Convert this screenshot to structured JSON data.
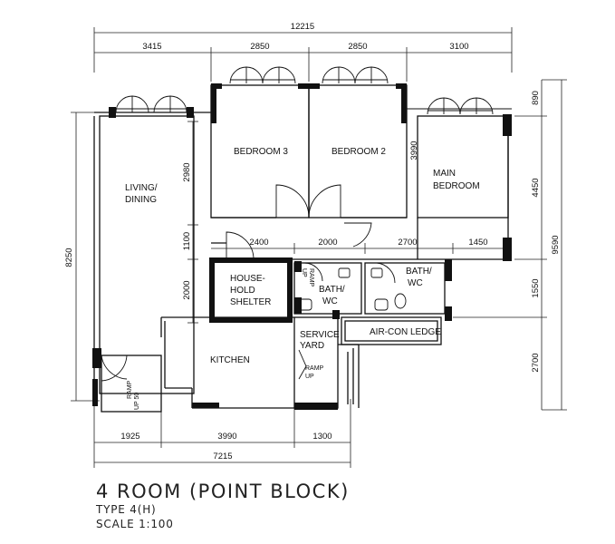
{
  "plan": {
    "title": "4 ROOM (POINT BLOCK)",
    "type": "TYPE 4(H)",
    "scale": "SCALE 1:100"
  },
  "dimensions": {
    "top_overall": "12215",
    "top_1": "3415",
    "top_2": "2850",
    "top_3": "2850",
    "top_4": "3100",
    "bottom_overall": "7215",
    "bottom_1": "1925",
    "bottom_2": "3990",
    "bottom_3": "1300",
    "left_overall": "8250",
    "right_overall": "9590",
    "right_1": "890",
    "right_2": "4450",
    "right_3": "1550",
    "right_4": "2700",
    "bed_height": "3990",
    "living_1": "2980",
    "living_2": "1100",
    "living_3": "2000",
    "corr_1": "2400",
    "corr_2": "2000",
    "corr_3": "2700",
    "corr_4": "1450"
  },
  "rooms": {
    "bedroom3": "BEDROOM 3",
    "bedroom2": "BEDROOM 2",
    "main_bedroom_1": "MAIN",
    "main_bedroom_2": "BEDROOM",
    "living_1": "LIVING/",
    "living_2": "DINING",
    "shelter_1": "HOUSE-",
    "shelter_2": "HOLD",
    "shelter_3": "SHELTER",
    "bath1_1": "BATH/",
    "bath1_2": "WC",
    "bath2_1": "BATH/",
    "bath2_2": "WC",
    "kitchen": "KITCHEN",
    "service_1": "SERVICE",
    "service_2": "YARD",
    "aircon": "AIR-CON LEDGE"
  },
  "annotations": {
    "ramp_up_1": "RAMP",
    "ramp_up_2": "UP",
    "ramp_service_1": "RAMP",
    "ramp_service_2": "UP",
    "ramp_entry_1": "RAMP",
    "ramp_entry_2": "UP 50"
  }
}
